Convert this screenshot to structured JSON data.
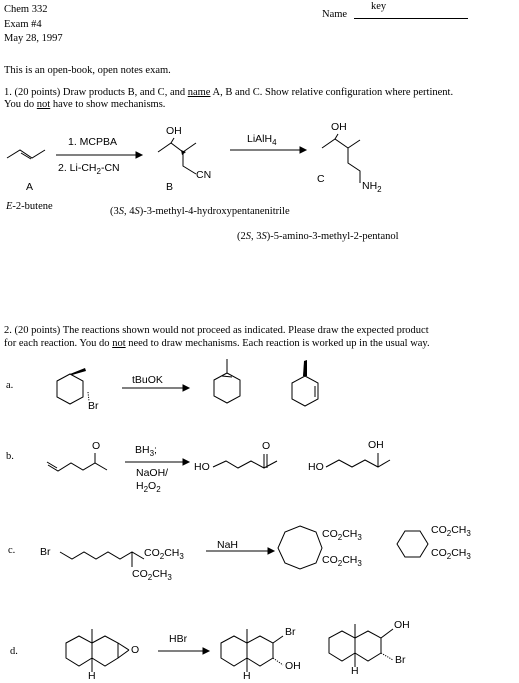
{
  "header": {
    "course": "Chem 332",
    "exam": "Exam #4",
    "date": "May 28, 1997",
    "name_label": "Name",
    "name_value": "key"
  },
  "intro": "This is an open-book, open notes exam.",
  "q1": {
    "line1_a": "1.  (20 points) Draw products B, and C, and ",
    "line1_u": "name",
    "line1_b": " A, B and C. Show relative configuration where pertinent.",
    "line2_a": "You do ",
    "line2_u": "not",
    "line2_b": " have to show mechanisms.",
    "step1": "1. MCPBA",
    "step2_pre": "2.  Li-CH",
    "step2_sub": "2",
    "step2_post": "-CN",
    "reagent_b_c_pre": "LiAlH",
    "reagent_b_c_sub": "4",
    "label_a": "A",
    "label_b": "B",
    "label_c": "C",
    "oh_b": "OH",
    "cn_b": "CN",
    "oh_c": "OH",
    "nh2_pre": "NH",
    "nh2_sub": "2",
    "name_a_italic": "E",
    "name_a_rest": "-2-butene",
    "name_b_a": "(3",
    "name_b_s1": "S",
    "name_b_b": ", 4",
    "name_b_s2": "S",
    "name_b_c": ")-3-methyl-4-hydroxypentanenitrile",
    "name_c_a": "(2",
    "name_c_s1": "S",
    "name_c_b": ", 3",
    "name_c_s2": "S",
    "name_c_c": ")-5-amino-3-methyl-2-pentanol"
  },
  "q2": {
    "line1": "2.  (20 points)  The reactions shown would not proceed as indicated.  Please draw the expected product",
    "line2_a": "for each reaction. You do ",
    "line2_u": "not",
    "line2_b": " need to draw mechanisms. Each reaction is worked up in the usual way.",
    "a": {
      "label": "a.",
      "reagent": "tBuOK",
      "br": "Br"
    },
    "b": {
      "label": "b.",
      "reagent1": "BH",
      "reagent1_sub": "3",
      "reagent1_post": ";",
      "reagent2": "NaOH/",
      "reagent3": "H",
      "reagent3_sub": "2",
      "reagent3_mid": "O",
      "reagent3_sub2": "2",
      "o": "O",
      "ho1": "HO",
      "ho2": "HO",
      "oh": "OH"
    },
    "c": {
      "label": "c.",
      "reagent": "NaH",
      "br": "Br",
      "ester_pre": "CO",
      "ester_sub": "2",
      "ester_post": "CH",
      "ester_sub2": "3"
    },
    "d": {
      "label": "d.",
      "reagent": "HBr",
      "o": "O",
      "h": "H",
      "br": "Br",
      "oh": "OH"
    }
  }
}
